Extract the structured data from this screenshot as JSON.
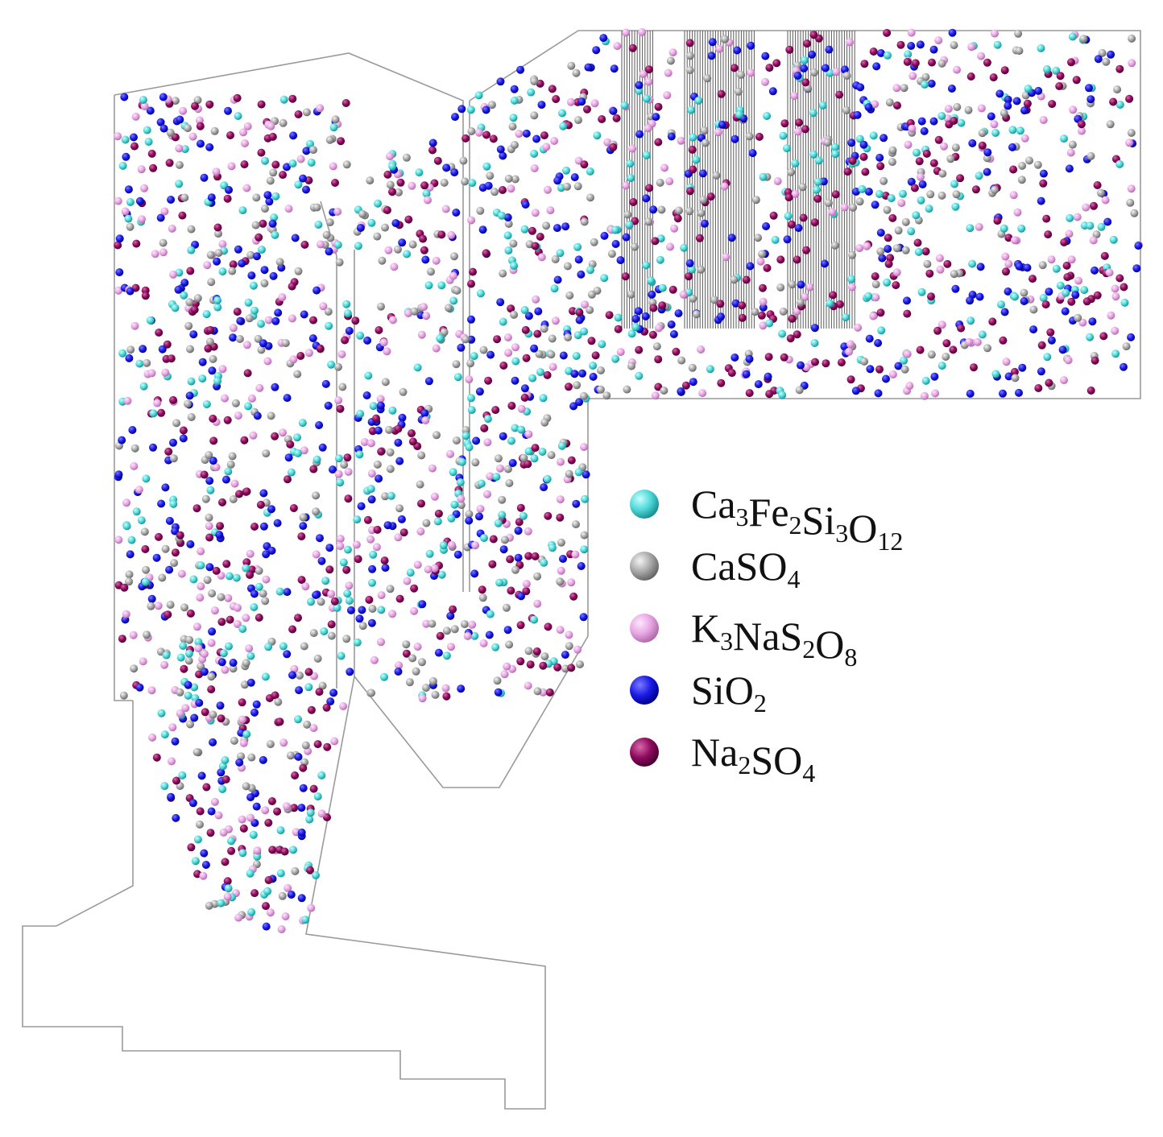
{
  "legend": {
    "items": [
      {
        "name": "Ca3Fe2Si3O12",
        "parts": [
          [
            "Ca",
            ""
          ],
          [
            "3",
            "sub"
          ],
          [
            "Fe",
            ""
          ],
          [
            "2",
            "sub"
          ],
          [
            "Si",
            ""
          ],
          [
            "3",
            "sub"
          ],
          [
            "O",
            ""
          ],
          [
            "12",
            "sub"
          ]
        ],
        "color": "#4fd8d8",
        "hi": "#c8ffff",
        "shadow": "#1a8f94"
      },
      {
        "name": "CaSO4",
        "parts": [
          [
            "CaSO",
            ""
          ],
          [
            "4",
            "sub"
          ]
        ],
        "color": "#a8a8a8",
        "hi": "#f4f4f4",
        "shadow": "#666666"
      },
      {
        "name": "K3NaS2O8",
        "parts": [
          [
            "K",
            ""
          ],
          [
            "3",
            "sub"
          ],
          [
            "NaS",
            ""
          ],
          [
            "2",
            "sub"
          ],
          [
            "O",
            ""
          ],
          [
            "8",
            "sub"
          ]
        ],
        "color": "#e8a6e4",
        "hi": "#fde8fb",
        "shadow": "#b06aab"
      },
      {
        "name": "SiO2",
        "parts": [
          [
            "SiO",
            ""
          ],
          [
            "2",
            "sub"
          ]
        ],
        "color": "#1a1ae6",
        "hi": "#7b7bff",
        "shadow": "#00008a"
      },
      {
        "name": "Na2SO4",
        "parts": [
          [
            "Na",
            ""
          ],
          [
            "2",
            "sub"
          ],
          [
            "SO",
            ""
          ],
          [
            "4",
            "sub"
          ]
        ],
        "color": "#8e0a5e",
        "hi": "#d66aa8",
        "shadow": "#4a0030"
      }
    ]
  }
}
